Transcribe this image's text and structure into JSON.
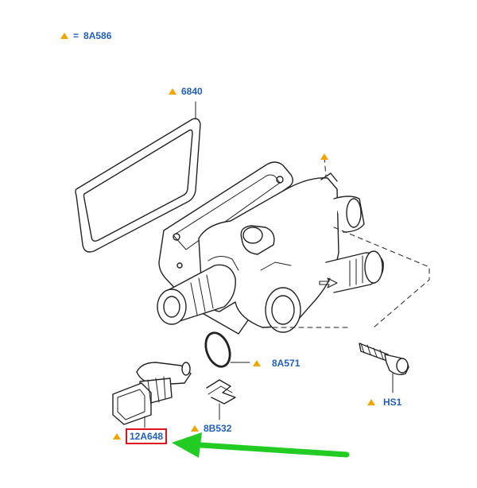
{
  "legend": {
    "equals": "=",
    "part": "8A586"
  },
  "callouts": {
    "gasket": "6840",
    "housing": "",
    "oring": "8A571",
    "bolt": "HS1",
    "clip": "8B532",
    "sensor": "12A648"
  },
  "colors": {
    "triangle": "#f0a500",
    "ref_text": "#1f5fbf",
    "highlight_box": "#e0141e",
    "arrow": "#22cc22"
  },
  "icons": {
    "triangle": "warning-triangle-icon",
    "arrow": "pointer-arrow-icon"
  }
}
